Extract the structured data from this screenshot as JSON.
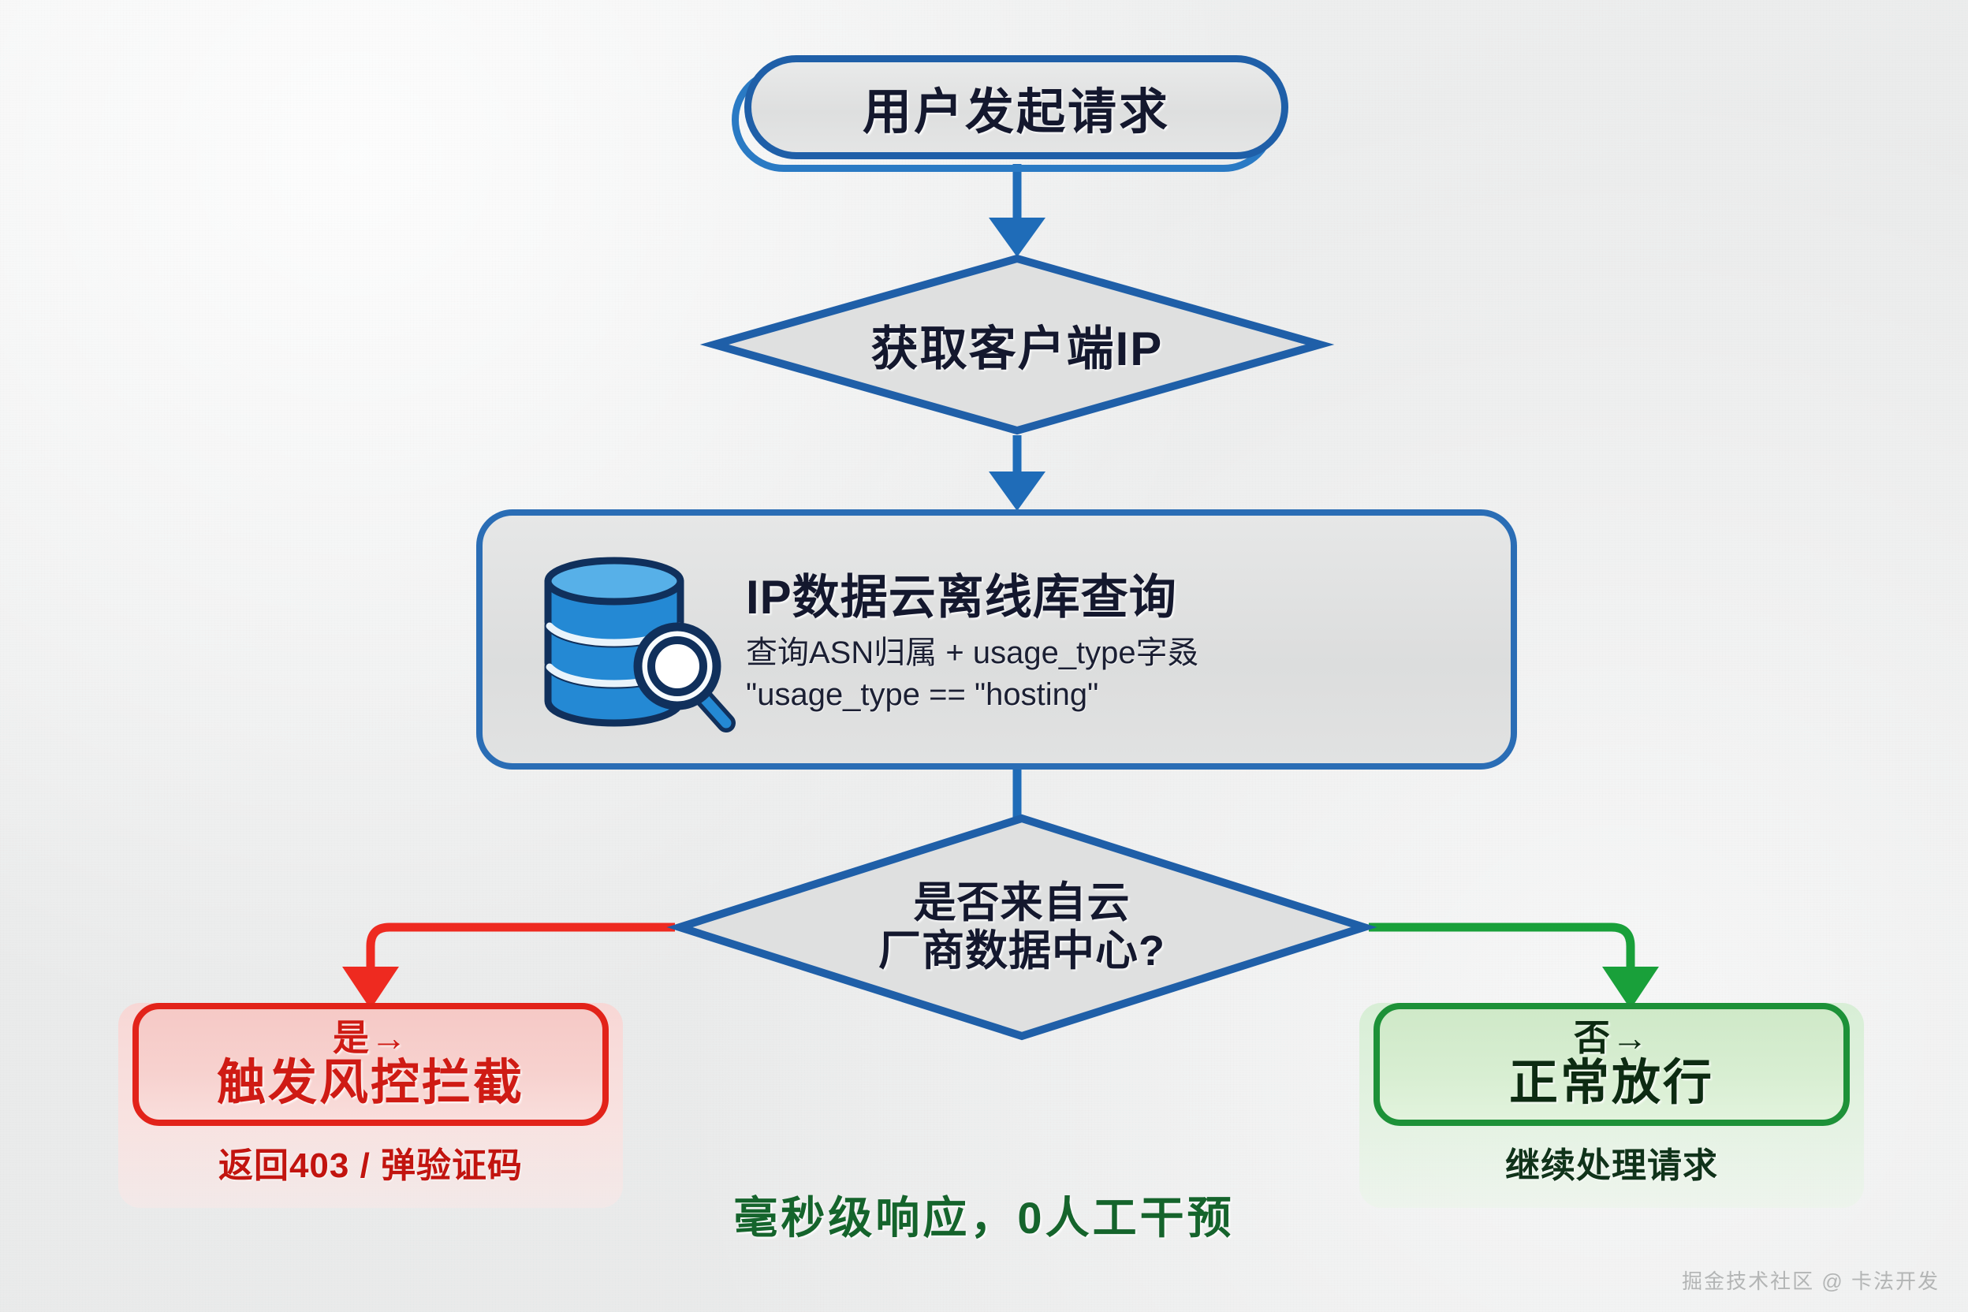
{
  "diagram": {
    "title_node": {
      "label": "用户发起请求",
      "shape": "terminator",
      "color": "#1f5fa8"
    },
    "get_ip_node": {
      "label": "获取客户端IP",
      "shape": "diamond",
      "color": "#1f5fa8"
    },
    "query_node": {
      "shape": "process",
      "color": "#2a6db5",
      "icon": "database-search-icon",
      "title": "IP数据云离线库查询",
      "subtitle_line1": "查询ASN归属 + usage_type字叒",
      "subtitle_line2": "\"usage_type == \"hosting\""
    },
    "decision_node": {
      "shape": "diamond",
      "color": "#1f5fa8",
      "line1": "是否来自云",
      "line2": "厂商数据中心?"
    },
    "branch_yes": {
      "lead": "是→",
      "main": "触发风控拦截",
      "caption": "返回403 / 弹验证码",
      "color": "#e2231a"
    },
    "branch_no": {
      "lead": "否→",
      "main": "正常放行",
      "caption": "继续处理请求",
      "color": "#1d9138"
    },
    "footer_note": "毫秒级响应，0人工干预",
    "watermark": "掘金技术社区 @ 卡法开发"
  },
  "palette": {
    "background": "#eceded",
    "blue": "#1f5fa8",
    "blue_light": "#2a7ac4",
    "red": "#e2231a",
    "green": "#1d9138",
    "dark_green": "#15642c",
    "db_blue": "#2489d4",
    "db_outline": "#10305c"
  }
}
